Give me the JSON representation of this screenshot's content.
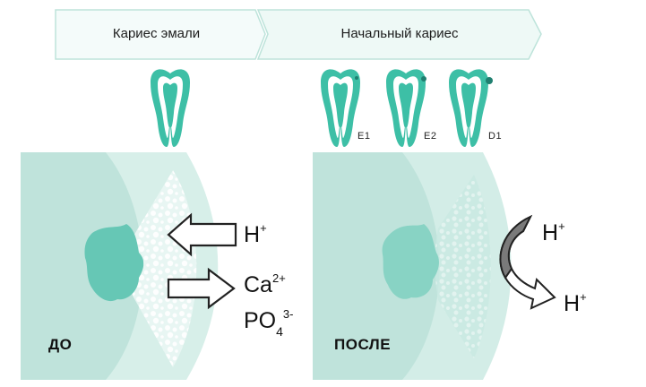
{
  "stages": {
    "enamel": "Кариес эмали",
    "initial": "Начальный кариес"
  },
  "teeth": {
    "e1": "E1",
    "e2": "E2",
    "d1": "D1"
  },
  "panels": {
    "before": {
      "title": "ДО",
      "ion_h": "H",
      "ion_h_charge": "+",
      "ion_ca": "Ca",
      "ion_ca_charge": "2+",
      "ion_po": "PO",
      "ion_po_sub": "4",
      "ion_po_charge": "3-"
    },
    "after": {
      "title": "ПОСЛЕ",
      "ion_h_top": "H",
      "ion_h_top_charge": "+",
      "ion_h_bottom": "H",
      "ion_h_bottom_charge": "+"
    }
  },
  "colors": {
    "teal": "#3dbfa6",
    "dark_teal": "#2a9e8a",
    "panel_bg": "#bfe3db",
    "light": "#e8f5f2",
    "stage_bg": "#f4fbfa",
    "stage_border": "#bde3da"
  }
}
